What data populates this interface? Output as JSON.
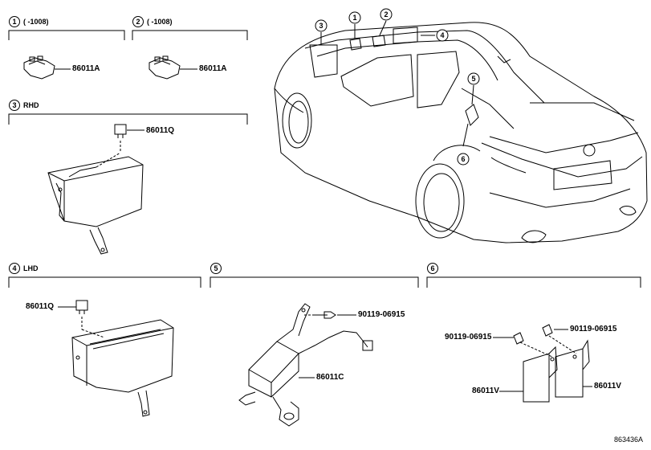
{
  "sections": {
    "s1": {
      "num": "1",
      "text": "(      -1008)",
      "part": "86011A"
    },
    "s2": {
      "num": "2",
      "text": "(      -1008)",
      "part": "86011A"
    },
    "s3": {
      "num": "3",
      "text": "RHD",
      "part": "86011Q"
    },
    "s4": {
      "num": "4",
      "text": "LHD",
      "part": "86011Q"
    },
    "s5": {
      "num": "5",
      "part_bolt": "90119-06915",
      "part": "86011C"
    },
    "s6": {
      "num": "6",
      "part_bolt_left": "90119-06915",
      "part_bolt_right": "90119-06915",
      "part_left": "86011V",
      "part_right": "86011V"
    }
  },
  "car_callouts": [
    "3",
    "1",
    "2",
    "4",
    "5",
    "6"
  ],
  "diagram_ref": "863436A"
}
